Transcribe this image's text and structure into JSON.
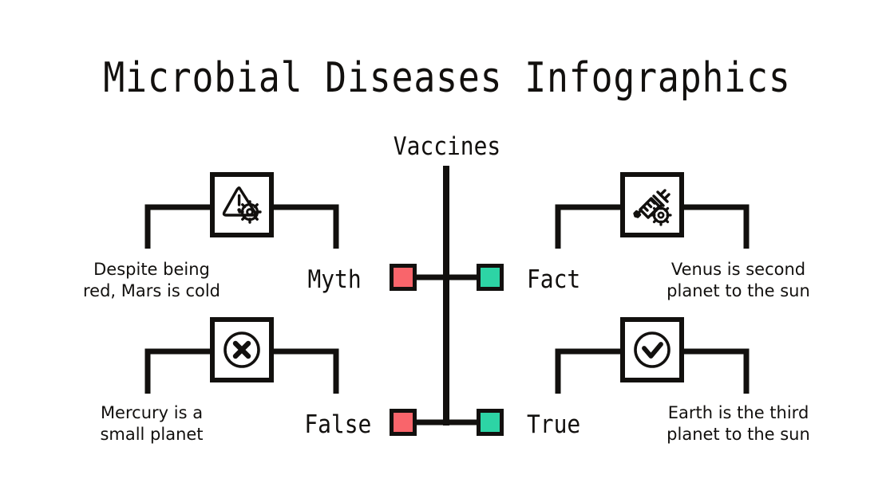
{
  "slide": {
    "title": "Microbial Diseases Infographics",
    "background_color": "#ffffff",
    "ink_color": "#12100e"
  },
  "center": {
    "label": "Vaccines"
  },
  "colors": {
    "negative": "#f9656b",
    "positive": "#2dd4a5",
    "outline": "#12100e"
  },
  "branches": [
    {
      "id": "myth",
      "side": "left",
      "row": "top",
      "category": "Myth",
      "description": "Despite being\nred, Mars is cold",
      "description_line1": "Despite being",
      "description_line2": "red, Mars is cold",
      "icon": "warning-gear-icon",
      "chip_color": "#f9656b"
    },
    {
      "id": "fact",
      "side": "right",
      "row": "top",
      "category": "Fact",
      "description": "Venus is second\nplanet to the sun",
      "description_line1": "Venus is second",
      "description_line2": "planet to the sun",
      "icon": "syringe-gear-icon",
      "chip_color": "#2dd4a5"
    },
    {
      "id": "false",
      "side": "left",
      "row": "bottom",
      "category": "False",
      "description": "Mercury is a\nsmall planet",
      "description_line1": "Mercury is a",
      "description_line2": "small planet",
      "icon": "circle-x-icon",
      "chip_color": "#f9656b"
    },
    {
      "id": "true",
      "side": "right",
      "row": "bottom",
      "category": "True",
      "description": "Earth is the third\nplanet to the sun",
      "description_line1": "Earth is the third",
      "description_line2": "planet to the sun",
      "icon": "circle-check-icon",
      "chip_color": "#2dd4a5"
    }
  ]
}
